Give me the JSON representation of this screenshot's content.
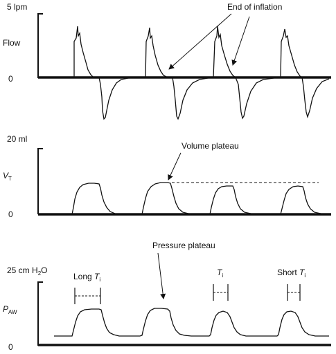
{
  "panels": {
    "flow": {
      "scale_label": "5 lpm",
      "axis_name": "Flow",
      "zero_label": "0",
      "annotation": "End of inflation"
    },
    "volume": {
      "scale_label": "20 ml",
      "axis_name_main": "V",
      "axis_name_sub": "T",
      "zero_label": "0",
      "annotation": "Volume plateau"
    },
    "pressure": {
      "scale_label_main": "25 cm H",
      "scale_label_sub": "2",
      "scale_label_end": "O",
      "axis_name_main": "P",
      "axis_name_sub": "AW",
      "zero_label": "0",
      "annotation": "Pressure plateau",
      "ti_markers": [
        {
          "prefix": "Long ",
          "symbol": "T",
          "sub": "i"
        },
        {
          "prefix": "",
          "symbol": "T",
          "sub": "i"
        },
        {
          "prefix": "Short ",
          "symbol": "T",
          "sub": "i"
        }
      ]
    }
  }
}
